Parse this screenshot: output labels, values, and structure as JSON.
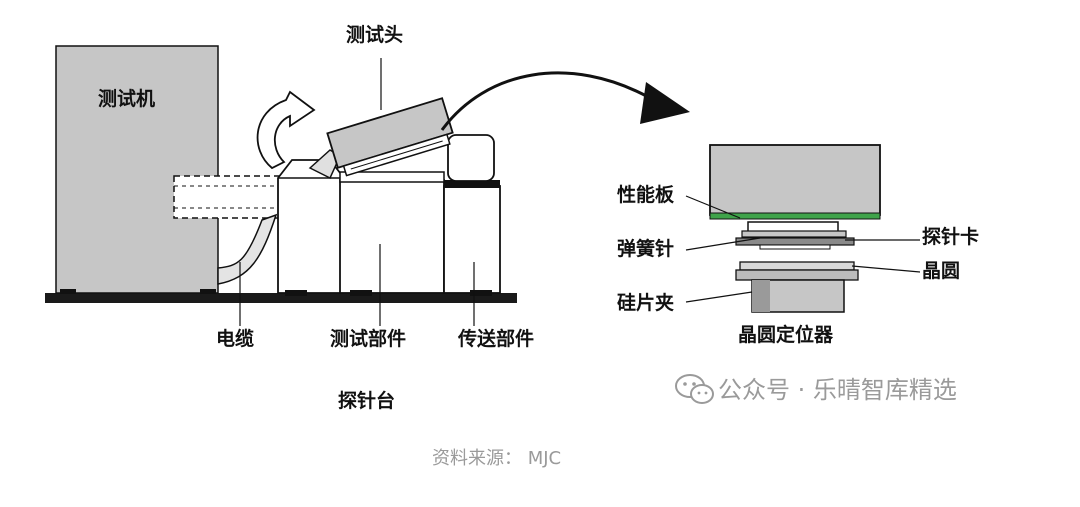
{
  "diagram": {
    "labels": {
      "tester": "测试机",
      "test_head": "测试头",
      "cable": "电缆",
      "test_unit": "测试部件",
      "transfer_unit": "传送部件",
      "prober": "探针台",
      "performance_board": "性能板",
      "pogo_pin": "弹簧针",
      "probe_card": "探针卡",
      "wafer": "晶圆",
      "wafer_chuck": "硅片夹",
      "wafer_positioner": "晶圆定位器"
    },
    "colors": {
      "machine_gray": "#c6c6c6",
      "outline": "#111111",
      "board_green": "#3fa34a"
    }
  },
  "watermark": {
    "icon": "wechat-icon",
    "text": "公众号 · 乐晴智库精选"
  },
  "source": {
    "text": "资料来源：  MJC"
  }
}
